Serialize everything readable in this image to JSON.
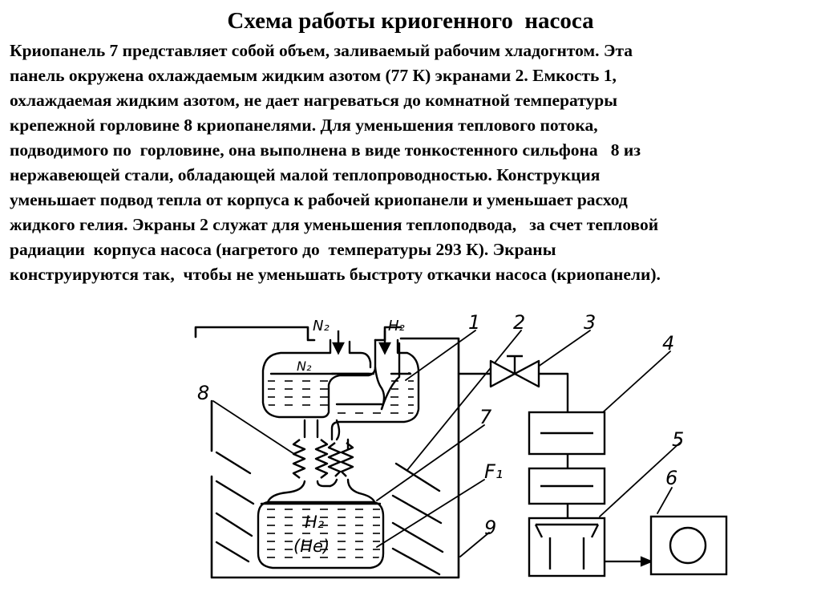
{
  "slide": {
    "title": "Схема работы криогенного  насоса",
    "paragraph_lines": [
      "Криопанель 7 представляет собой объем, заливаемый рабочим хладогнтом. Эта",
      "панель окружена охлаждаемым жидким азотом (77 К) экранами 2. Емкость 1,",
      "охлаждаемая жидким азотом, не дает нагреваться до комнатной температуры",
      "крепежной горловине 8 криопанелями. Для уменьшения теплового потока,",
      "подводимого по  горловине, она выполнена в виде тонкостенного сильфона   8 из",
      "нержавеющей стали, обладающей малой теплопроводностью. Конструкция",
      "уменьшает подвод тепла от корпуса к рабочей криопанели и уменьшает расход",
      "жидкого гелия. Экраны 2 служат для уменьшения теплоподвода,   за счет тепловой",
      "радиации  корпуса насоса (нагретого до  температуры 293 К). Экраны",
      "конструируются так,  чтобы не уменьшать быстроту откачки насоса (криопанели)."
    ]
  },
  "diagram": {
    "inlet_labels": {
      "n2": "N₂",
      "h2": "H₂"
    },
    "vessel_labels": {
      "n2": "N₂",
      "h2": "H₂",
      "he": "(He)"
    },
    "part_numbers": {
      "p1": "1",
      "p2": "2",
      "p3": "3",
      "p4": "4",
      "p5": "5",
      "p6": "6",
      "p7": "7",
      "p8": "8",
      "p9": "9",
      "f1": "F₁"
    }
  }
}
